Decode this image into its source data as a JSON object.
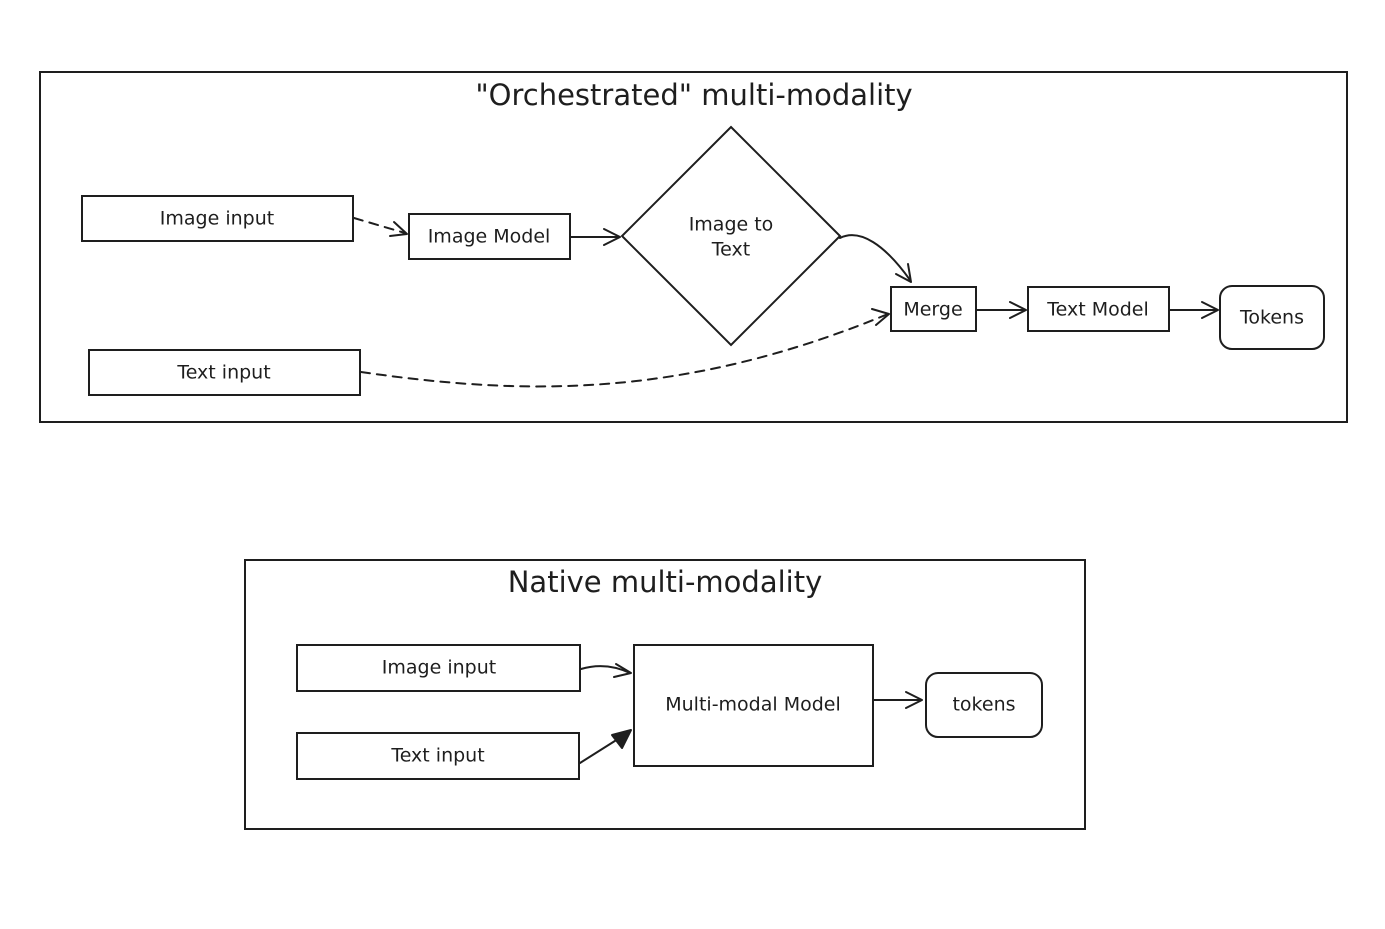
{
  "orchestrated": {
    "title": "\"Orchestrated\" multi-modality",
    "nodes": {
      "image_input": "Image input",
      "image_model": "Image Model",
      "image_to_text_line1": "Image to",
      "image_to_text_line2": "Text",
      "text_input": "Text input",
      "merge": "Merge",
      "text_model": "Text Model",
      "tokens": "Tokens"
    },
    "edges": [
      {
        "from": "Image input",
        "to": "Image Model",
        "style": "dashed"
      },
      {
        "from": "Image Model",
        "to": "Image to Text",
        "style": "solid"
      },
      {
        "from": "Image to Text",
        "to": "Merge",
        "style": "solid"
      },
      {
        "from": "Text input",
        "to": "Merge",
        "style": "dashed"
      },
      {
        "from": "Merge",
        "to": "Text Model",
        "style": "solid"
      },
      {
        "from": "Text Model",
        "to": "Tokens",
        "style": "solid"
      }
    ]
  },
  "native": {
    "title": "Native multi-modality",
    "nodes": {
      "image_input": "Image input",
      "text_input": "Text input",
      "model": "Multi-modal Model",
      "tokens": "tokens"
    },
    "edges": [
      {
        "from": "Image input",
        "to": "Multi-modal Model",
        "style": "solid"
      },
      {
        "from": "Text input",
        "to": "Multi-modal Model",
        "style": "solid"
      },
      {
        "from": "Multi-modal Model",
        "to": "tokens",
        "style": "solid"
      }
    ]
  },
  "colors": {
    "stroke": "#1e1e1e",
    "background": "#ffffff"
  }
}
